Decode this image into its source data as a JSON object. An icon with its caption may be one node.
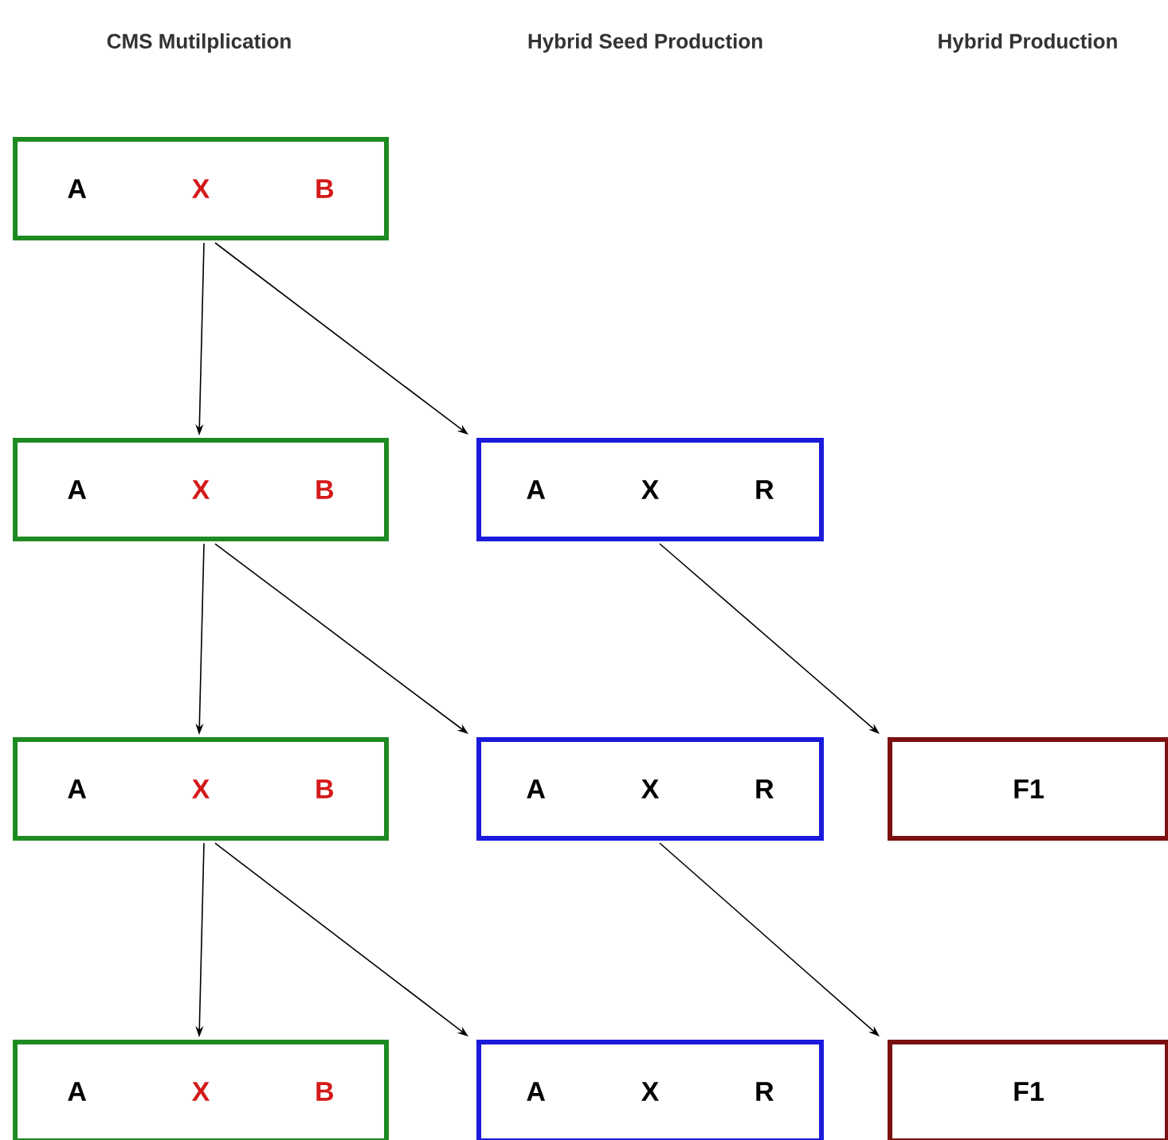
{
  "diagram": {
    "nodes": [
      {
        "text": [
          "A",
          "X",
          "B"
        ]
      },
      {
        "text": [
          "A",
          "X",
          "B"
        ]
      },
      {
        "text": [
          "A",
          "X",
          "R"
        ]
      },
      {
        "text": [
          "A",
          "X",
          "B"
        ]
      },
      {
        "text": [
          "A",
          "X",
          "R"
        ]
      },
      {
        "text": [
          "F1"
        ]
      },
      {
        "text": [
          "A",
          "X",
          "B"
        ]
      },
      {
        "text": [
          "A",
          "X",
          "R"
        ]
      },
      {
        "text": [
          "F1"
        ]
      }
    ],
    "edges": [
      {
        "from": 0,
        "to": 1,
        "arrow": "to"
      },
      {
        "from": 0,
        "to": 2,
        "arrow": "to"
      },
      {
        "from": 1,
        "to": 3,
        "arrow": "to"
      },
      {
        "from": 1,
        "to": 4,
        "arrow": "to"
      },
      {
        "from": 2,
        "to": 5,
        "arrow": "to"
      },
      {
        "from": 3,
        "to": 6,
        "arrow": "to"
      },
      {
        "from": 3,
        "to": 7,
        "arrow": "to"
      },
      {
        "from": 4,
        "to": 8,
        "arrow": "to"
      }
    ],
    "labels": [
      "CMS Mutilplication",
      "Hybrid Seed Production",
      "Hybrid Production"
    ]
  }
}
